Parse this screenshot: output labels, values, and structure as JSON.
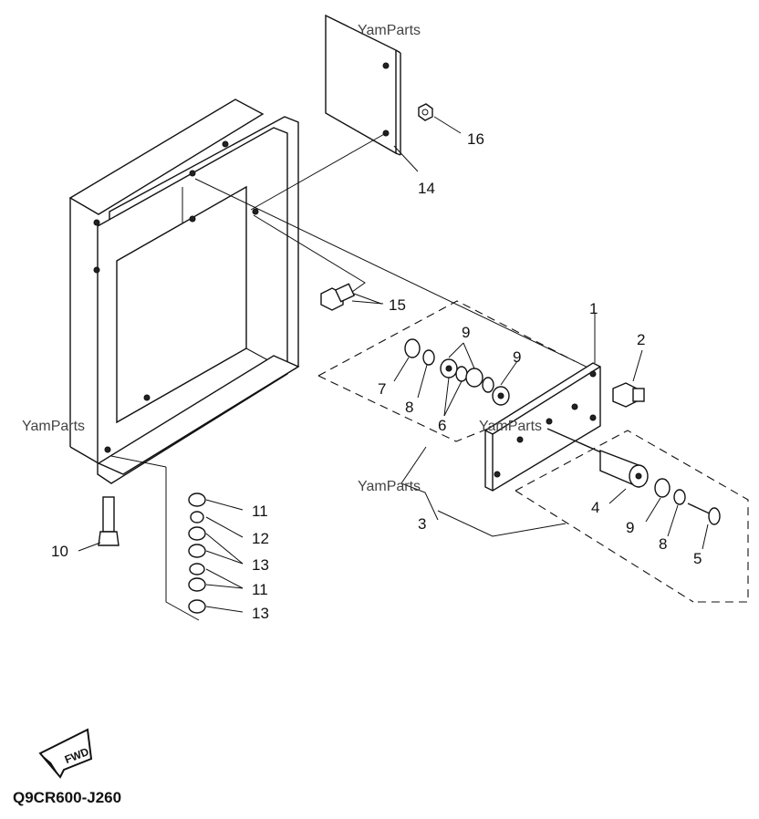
{
  "diagram_code": "Q9CR600-J260",
  "fwd_label": "FWD",
  "watermarks": [
    "YamParts",
    "YamParts",
    "YamParts",
    "YamParts"
  ],
  "callouts": {
    "c1": "1",
    "c2": "2",
    "c3": "3",
    "c4": "4",
    "c5": "5",
    "c6": "6",
    "c7": "7",
    "c8a": "8",
    "c8b": "8",
    "c9a": "9",
    "c9b": "9",
    "c9c": "9",
    "c10": "10",
    "c11a": "11",
    "c11b": "11",
    "c12": "12",
    "c13a": "13",
    "c13b": "13",
    "c14": "14",
    "c15": "15",
    "c16": "16"
  }
}
